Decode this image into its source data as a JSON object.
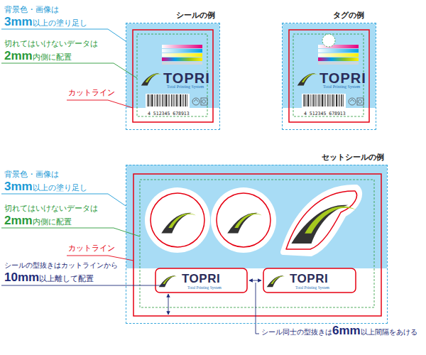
{
  "diagram": {
    "nodes": [
      {
        "text": [
          "シールの例",
          "TOPRI",
          "Total Printing System",
          "4 512345 678913"
        ]
      },
      {
        "text": [
          "タグの例",
          "TOPRI",
          "Total Printing System",
          "4 512345 678913"
        ]
      },
      {
        "text": [
          "セットシールの例"
        ]
      },
      {
        "text": [
          "TOPRI",
          "Total Printing System"
        ],
        "in": 2
      },
      {
        "text": [
          "TOPRI",
          "Total Printing System"
        ],
        "in": 2
      }
    ],
    "labels": [
      "背景色・画像は",
      "3mm",
      "以上の塗り足し",
      "切れてはいけないデータは",
      "2mm",
      "内側に配置",
      "カットライン",
      "背景色・画像は",
      "3mm",
      "以上の塗り足し",
      "切れてはいけないデータは",
      "2mm",
      "内側に配置",
      "カットライン",
      "シールの型抜きはカットラインから",
      "10mm",
      "以上離して配置",
      "シール同士の型抜きは",
      "6mm",
      "以上間隔をあける"
    ]
  }
}
